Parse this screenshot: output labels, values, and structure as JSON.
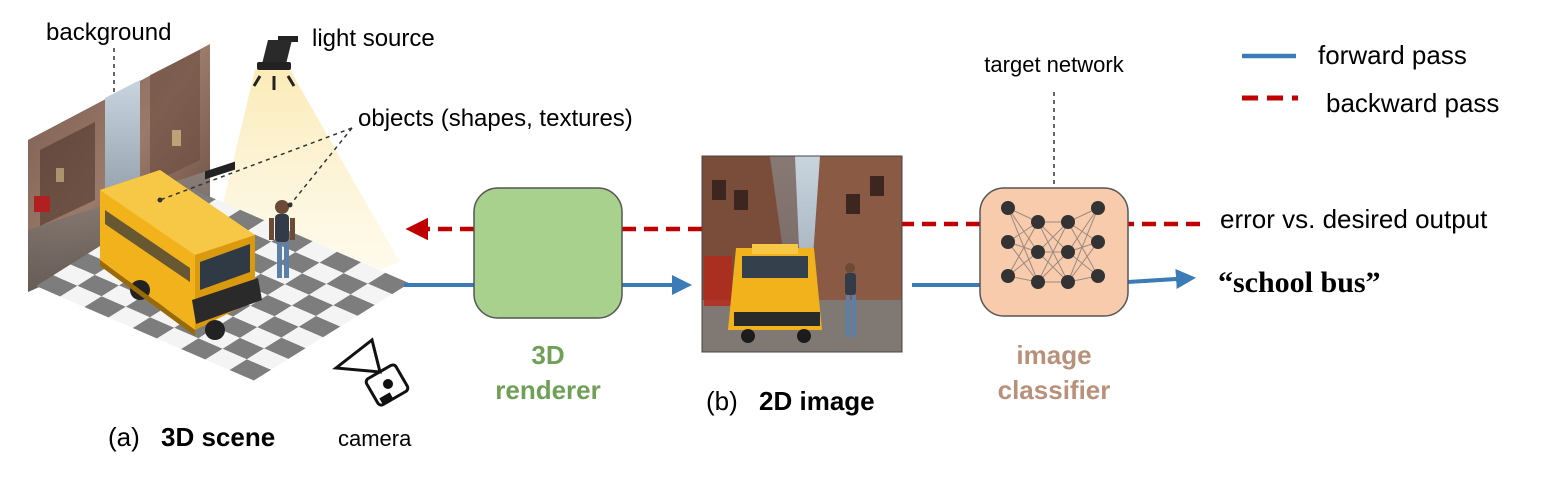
{
  "labels": {
    "background": "background",
    "light_source": "light source",
    "objects": "objects (shapes, textures)",
    "target_network": "target network",
    "legend_forward": "forward pass",
    "legend_backward": "backward pass",
    "error_label": "error vs. desired output",
    "output_label": "“school bus”",
    "renderer_line1": "3D",
    "renderer_line2": "renderer",
    "classifier_line1": "image",
    "classifier_line2": "classifier",
    "scene_prefix": "(a)",
    "scene_title": "3D scene",
    "image_prefix": "(b)",
    "image_title": "2D image",
    "camera": "camera"
  },
  "colors": {
    "forward": "#3b7bb6",
    "backward": "#c00000",
    "renderer_fill": "#a9d18e",
    "renderer_text": "#70a058",
    "classifier_fill": "#f8cbad",
    "classifier_text": "#b8917a",
    "light_cone": "#fdf3d0",
    "bus": "#f2b21c"
  },
  "icons": {
    "light": "spotlight-icon",
    "camera": "camera-icon",
    "network": "neural-network-icon"
  }
}
